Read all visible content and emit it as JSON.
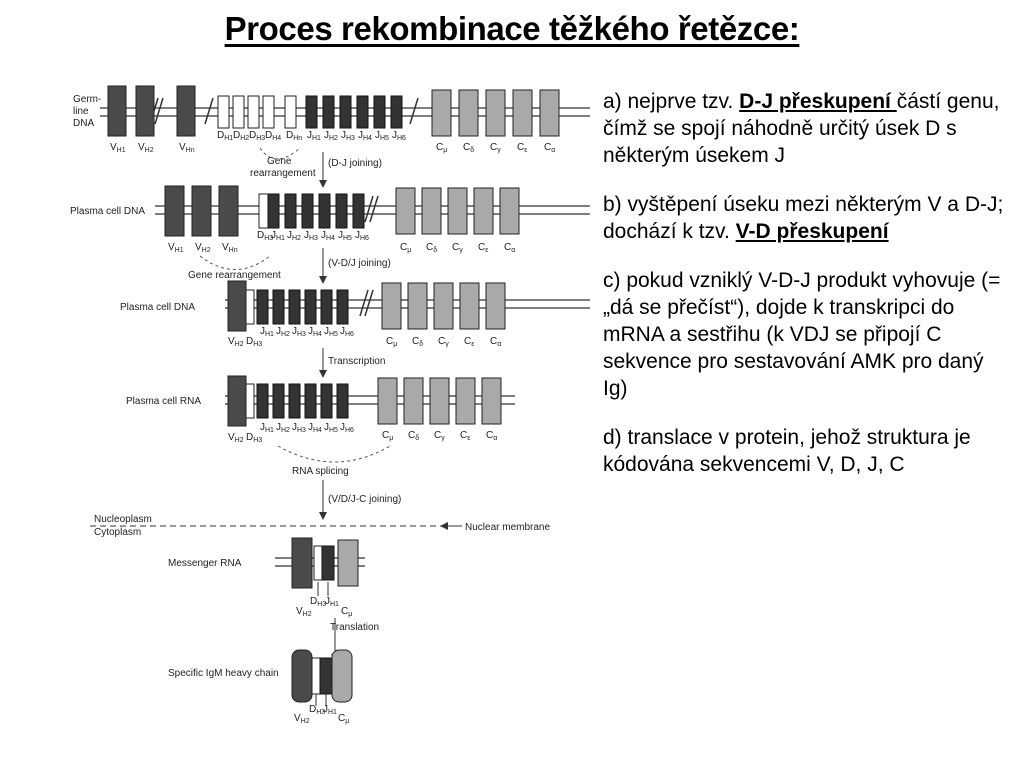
{
  "title": "Proces rekombinace těžkého řetězce:",
  "diagram": {
    "row_labels": {
      "germline": [
        "Germ-",
        "line",
        "DNA"
      ],
      "plasma_dna_1": "Plasma cell DNA",
      "plasma_dna_2": "Plasma cell DNA",
      "plasma_rna": "Plasma cell RNA",
      "nucleoplasm": "Nucleoplasm",
      "cytoplasm": "Cytoplasm",
      "nuclear_membrane": "Nuclear membrane",
      "messenger_rna": "Messenger RNA",
      "heavy_chain": "Specific IgM heavy chain"
    },
    "process_labels": {
      "gene_rearrangement_1": [
        "Gene",
        "rearrangement"
      ],
      "dj_joining": "(D-J joining)",
      "gene_rearrangement_2": "Gene rearrangement",
      "vdj_joining": "(V-D/J joining)",
      "transcription": "Transcription",
      "rna_splicing": "RNA splicing",
      "vdjc_joining": "(V/D/J-C joining)",
      "translation": "Translation"
    },
    "segments": {
      "germline_v": [
        [
          "V",
          "H1"
        ],
        [
          "V",
          "H2"
        ],
        [
          "V",
          "Hn"
        ]
      ],
      "germline_d": [
        [
          "D",
          "H1"
        ],
        [
          "D",
          "H2"
        ],
        [
          "D",
          "H3"
        ],
        [
          "D",
          "H4"
        ],
        [
          "D",
          "Hn"
        ]
      ],
      "germline_j": [
        [
          "J",
          "H1"
        ],
        [
          "J",
          "H2"
        ],
        [
          "J",
          "H3"
        ],
        [
          "J",
          "H4"
        ],
        [
          "J",
          "H5"
        ],
        [
          "J",
          "H6"
        ]
      ],
      "germline_c": [
        [
          "C",
          "μ"
        ],
        [
          "C",
          "δ"
        ],
        [
          "C",
          "γ"
        ],
        [
          "C",
          "ε"
        ],
        [
          "C",
          "α"
        ]
      ],
      "dna1_v": [
        [
          "V",
          "H1"
        ],
        [
          "V",
          "H2"
        ],
        [
          "V",
          "Hn"
        ]
      ],
      "dna1_dj": [
        [
          "D",
          "H3"
        ],
        [
          "J",
          "H1"
        ],
        [
          "J",
          "H2"
        ],
        [
          "J",
          "H3"
        ],
        [
          "J",
          "H4"
        ],
        [
          "J",
          "H5"
        ],
        [
          "J",
          "H6"
        ]
      ],
      "dna1_c": [
        [
          "C",
          "μ"
        ],
        [
          "C",
          "δ"
        ],
        [
          "C",
          "γ"
        ],
        [
          "C",
          "ε"
        ],
        [
          "C",
          "α"
        ]
      ],
      "dna2_vd": [
        [
          "V",
          "H2"
        ],
        [
          "D",
          "H3"
        ]
      ],
      "dna2_j": [
        [
          "J",
          "H1"
        ],
        [
          "J",
          "H2"
        ],
        [
          "J",
          "H3"
        ],
        [
          "J",
          "H4"
        ],
        [
          "J",
          "H5"
        ],
        [
          "J",
          "H6"
        ]
      ],
      "dna2_c": [
        [
          "C",
          "μ"
        ],
        [
          "C",
          "δ"
        ],
        [
          "C",
          "γ"
        ],
        [
          "C",
          "ε"
        ],
        [
          "C",
          "α"
        ]
      ],
      "rna_vd": [
        [
          "V",
          "H2"
        ],
        [
          "D",
          "H3"
        ]
      ],
      "rna_j": [
        [
          "J",
          "H1"
        ],
        [
          "J",
          "H2"
        ],
        [
          "J",
          "H3"
        ],
        [
          "J",
          "H4"
        ],
        [
          "J",
          "H5"
        ],
        [
          "J",
          "H6"
        ]
      ],
      "rna_c": [
        [
          "C",
          "μ"
        ],
        [
          "C",
          "δ"
        ],
        [
          "C",
          "γ"
        ],
        [
          "C",
          "ε"
        ],
        [
          "C",
          "α"
        ]
      ],
      "mrna": [
        [
          "V",
          "H2"
        ],
        [
          "D",
          "H3"
        ],
        [
          "J",
          "H1"
        ],
        [
          "C",
          "μ"
        ]
      ],
      "protein": [
        [
          "V",
          "H2"
        ],
        [
          "D",
          "H3"
        ],
        [
          "J",
          "H1"
        ],
        [
          "C",
          "μ"
        ]
      ]
    }
  },
  "notes": [
    {
      "prefix": "a) nejprve tzv. ",
      "emphasis": "D-J přeskupení ",
      "suffix": "částí genu, čímž se spojí náhodně určitý úsek D s některým úsekem J"
    },
    {
      "prefix": "b) vyštěpení úseku mezi některým V a D-J; dochází k tzv. ",
      "emphasis": "V-D přeskupení",
      "suffix": ""
    },
    {
      "prefix": "c) pokud vzniklý V-D-J produkt vyhovuje (= „dá se přečíst“), dojde k transkripci do mRNA a sestřihu (k VDJ se připojí C sekvence pro sestavování AMK pro daný Ig)",
      "emphasis": "",
      "suffix": ""
    },
    {
      "prefix": "d) translace v protein, jehož struktura je kódována sekvencemi V, D, J, C",
      "emphasis": "",
      "suffix": ""
    }
  ],
  "colors": {
    "dark_segment": "#4a4a4a",
    "light_segment": "#a9a9a9",
    "white_segment": "#ffffff",
    "line": "#333333"
  }
}
